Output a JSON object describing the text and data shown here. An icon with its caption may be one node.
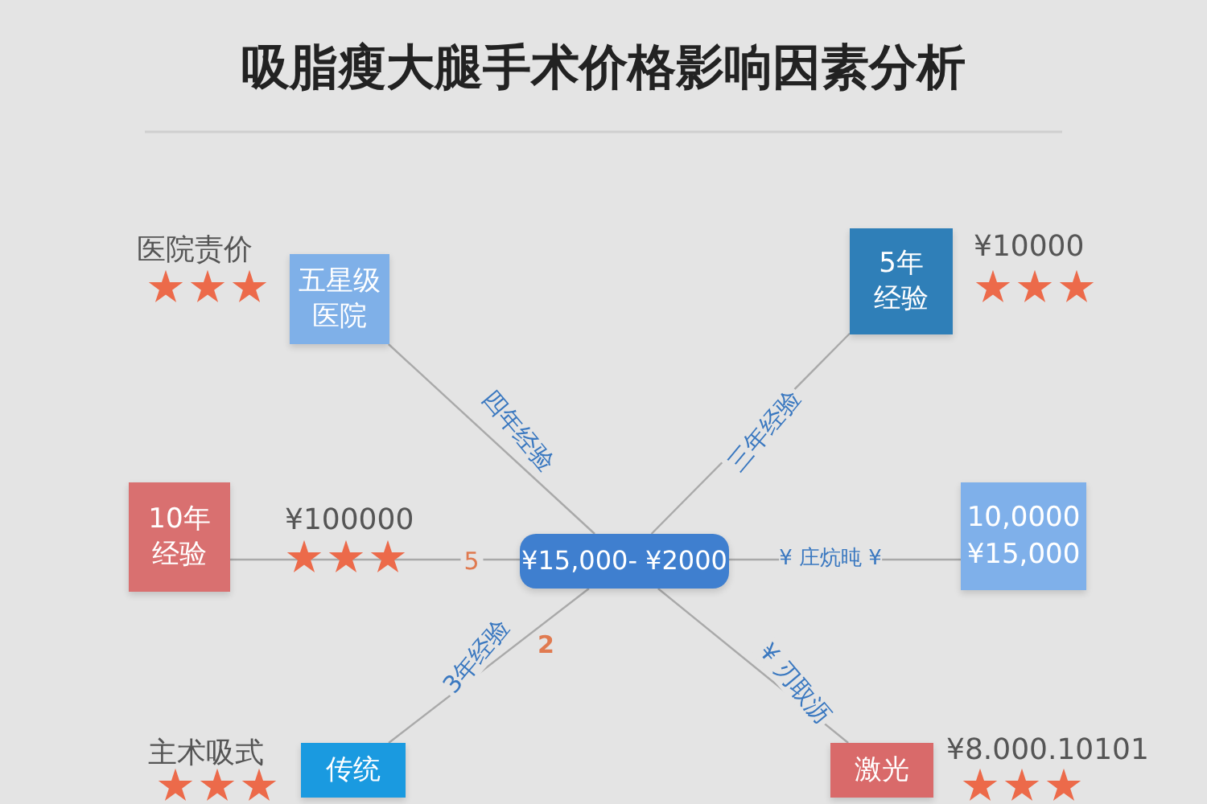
{
  "diagram": {
    "title": "吸脂瘦大腿手术价格影响因素分析",
    "nodes": [
      {
        "text": [
          "¥15,000- ¥2000"
        ]
      },
      {
        "text": [
          "五星级医院"
        ],
        "beside": [
          "医院责价"
        ]
      },
      {
        "text": [
          "5年经验"
        ],
        "beside": [
          "¥10000"
        ]
      },
      {
        "text": [
          "10年经验"
        ],
        "beside": [
          "¥100000"
        ]
      },
      {
        "text": [
          "10,0000 ¥15,000"
        ]
      },
      {
        "text": [
          "传统"
        ],
        "beside": [
          "主术吸式"
        ]
      },
      {
        "text": [
          "激光"
        ],
        "beside": [
          "¥8.000.10101"
        ]
      }
    ],
    "edges": [
      {
        "from": 0,
        "to": 1,
        "arrow": "none",
        "label": "四年经验"
      },
      {
        "from": 0,
        "to": 2,
        "arrow": "none",
        "label": "三年经验"
      },
      {
        "from": 0,
        "to": 3,
        "arrow": "none",
        "label": "5"
      },
      {
        "from": 0,
        "to": 4,
        "arrow": "none",
        "label": "¥ 庄炕旽 ¥"
      },
      {
        "from": 0,
        "to": 5,
        "arrow": "none",
        "label": "3年经验"
      },
      {
        "from": 0,
        "to": 6,
        "arrow": "none",
        "label": "¥ 刃取沥"
      }
    ],
    "labels": [
      "2"
    ]
  }
}
